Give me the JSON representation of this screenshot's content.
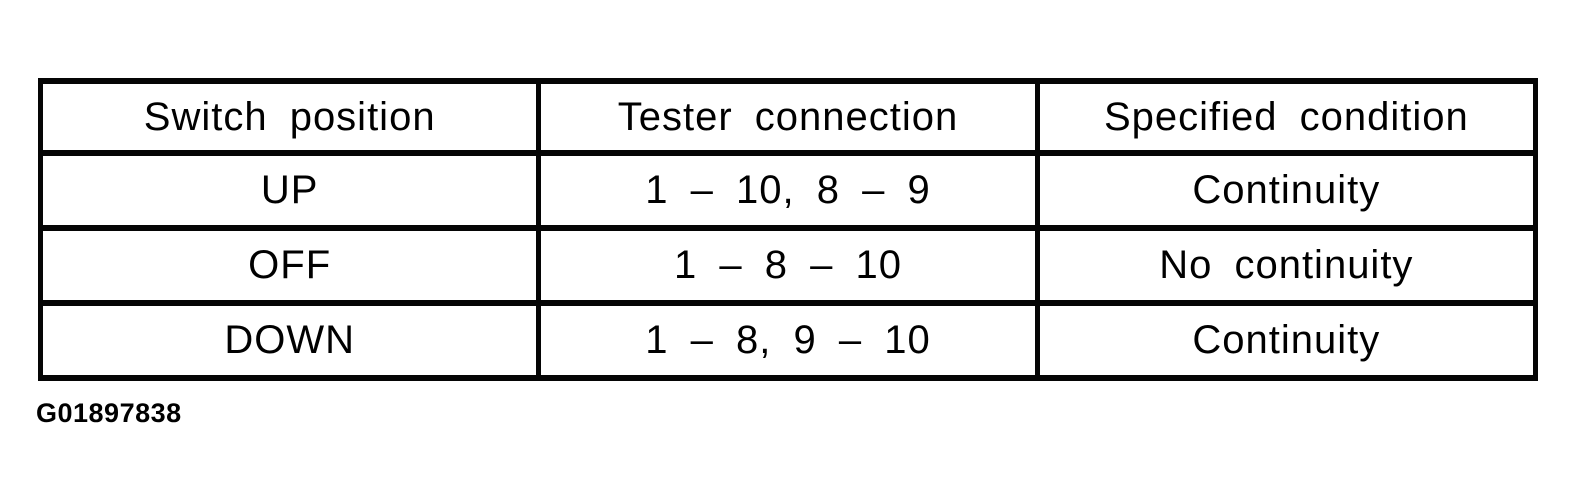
{
  "page": {
    "background_color": "#ffffff",
    "ink_color": "#000000"
  },
  "table": {
    "headers": [
      "Switch position",
      "Tester connection",
      "Specified condition"
    ],
    "rows": [
      {
        "cells": [
          "UP",
          "1 – 10, 8 – 9",
          "Continuity"
        ]
      },
      {
        "cells": [
          "OFF",
          "1 – 8 – 10",
          "No continuity"
        ]
      },
      {
        "cells": [
          "DOWN",
          "1 – 8, 9 – 10",
          "Continuity"
        ]
      }
    ]
  },
  "caption": {
    "figure_id": "G01897838"
  }
}
